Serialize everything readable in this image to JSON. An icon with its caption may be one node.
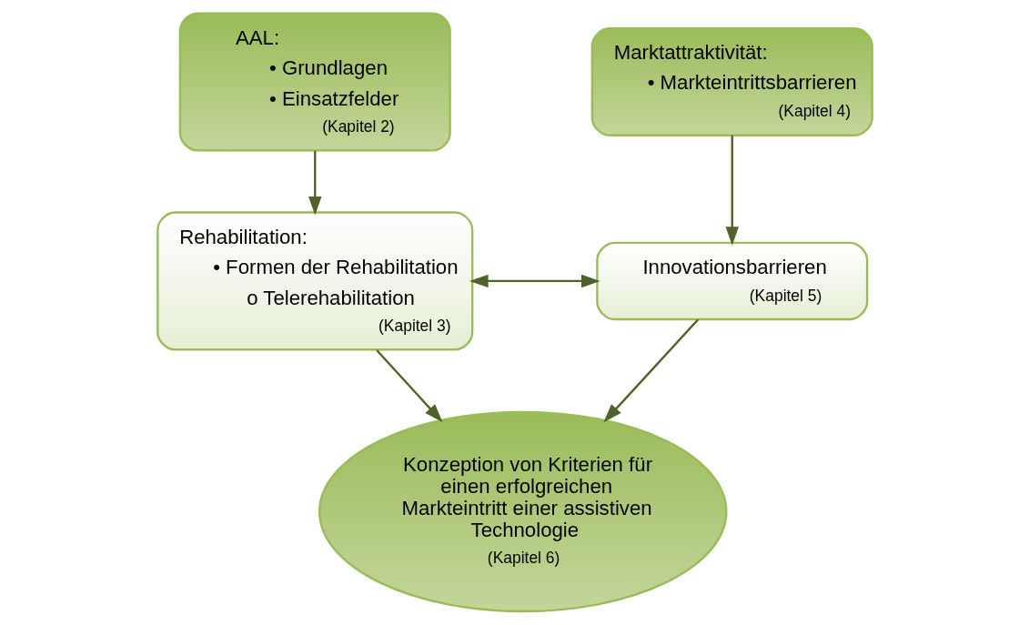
{
  "diagram": {
    "nodes": [
      {
        "text": [
          "AAL:",
          "• Grundlagen",
          "• Einsatzfelder",
          "(Kapitel 2)"
        ]
      },
      {
        "text": [
          "Rehabilitation:",
          "• Formen der Rehabilitation",
          "o Telerehabilitation",
          "(Kapitel 3)"
        ]
      },
      {
        "text": [
          "Marktattraktivität:",
          "• Markteintrittsbarrieren",
          "(Kapitel 4)"
        ]
      },
      {
        "text": [
          "Innovationsbarrieren",
          "(Kapitel 5)"
        ]
      },
      {
        "text": [
          "Konzeption von Kriterien für einen erfolgreichen Markteintritt einer assistiven Technologie",
          "(Kapitel 6)"
        ]
      }
    ],
    "edges": [
      {
        "from": 0,
        "to": 1,
        "arrow": "to"
      },
      {
        "from": 2,
        "to": 3,
        "arrow": "to"
      },
      {
        "from": 1,
        "to": 3,
        "arrow": "both"
      },
      {
        "from": 1,
        "to": 4,
        "arrow": "to"
      },
      {
        "from": 3,
        "to": 4,
        "arrow": "to"
      }
    ]
  }
}
